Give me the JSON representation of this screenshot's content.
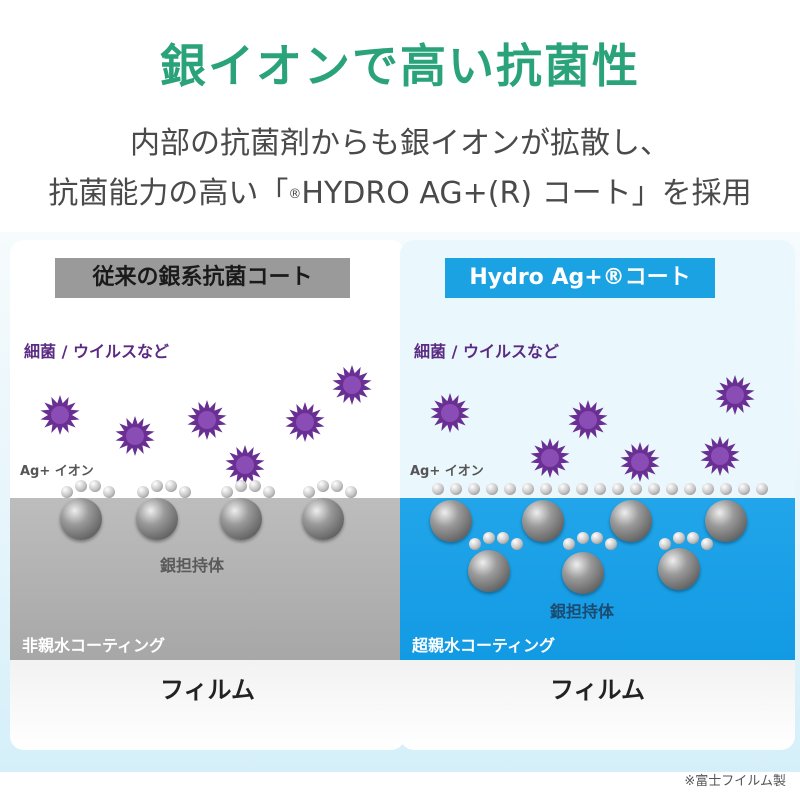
{
  "title": "銀イオンで高い抗菌性",
  "subtitle_line1": "内部の抗菌剤からも銀イオンが拡散し、",
  "subtitle_line2_a": "抗菌能力の高い「",
  "subtitle_line2_mark": "®",
  "subtitle_line2_b": "HYDRO AG+(R) コート」を採用",
  "colors": {
    "title": "#2aa37a",
    "virus": "#6a2f93",
    "hydro_blue": "#1ba2e3",
    "conventional_gray": "#9a9a9a"
  },
  "left_panel": {
    "title": "従来の銀系抗菌コート",
    "virus_label": "細菌 / ウイルスなど",
    "ion_label": "Ag+ イオン",
    "carrier_label": "銀担持体",
    "coating_label": "非親水コーティング",
    "film_label": "フィルム"
  },
  "right_panel": {
    "title": "Hydro Ag+®コート",
    "virus_label": "細菌 / ウイルスなど",
    "ion_label": "Ag+ イオン",
    "carrier_label": "銀担持体",
    "coating_label": "超親水コーティング",
    "film_label": "フィルム"
  },
  "footnote": "※富士フイルム製"
}
